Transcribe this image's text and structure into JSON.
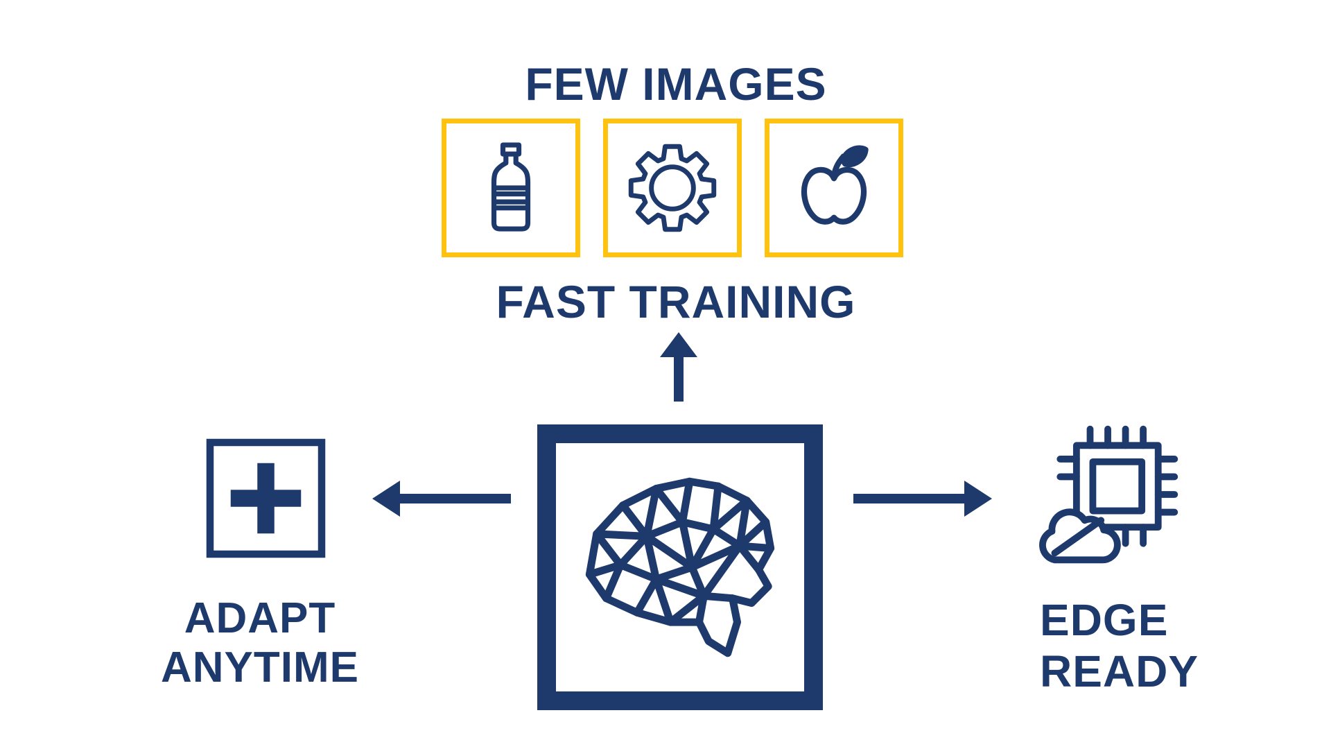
{
  "colors": {
    "navy": "#1e3a6c",
    "yellow": "#ffc20e",
    "background": "#ffffff"
  },
  "top": {
    "title": "FEW IMAGES",
    "caption": "FAST TRAINING",
    "image_boxes": [
      {
        "icon": "bottle-icon"
      },
      {
        "icon": "gear-icon"
      },
      {
        "icon": "apple-icon"
      }
    ]
  },
  "center": {
    "icon": "neural-network-brain-icon"
  },
  "left": {
    "icon": "plus-icon",
    "label_lines": [
      "ADAPT",
      "ANYTIME"
    ]
  },
  "right": {
    "icon": "chip-cloud-icon",
    "label_lines": [
      "EDGE",
      "READY"
    ]
  },
  "arrows": [
    "up-arrow",
    "left-arrow",
    "right-arrow"
  ]
}
